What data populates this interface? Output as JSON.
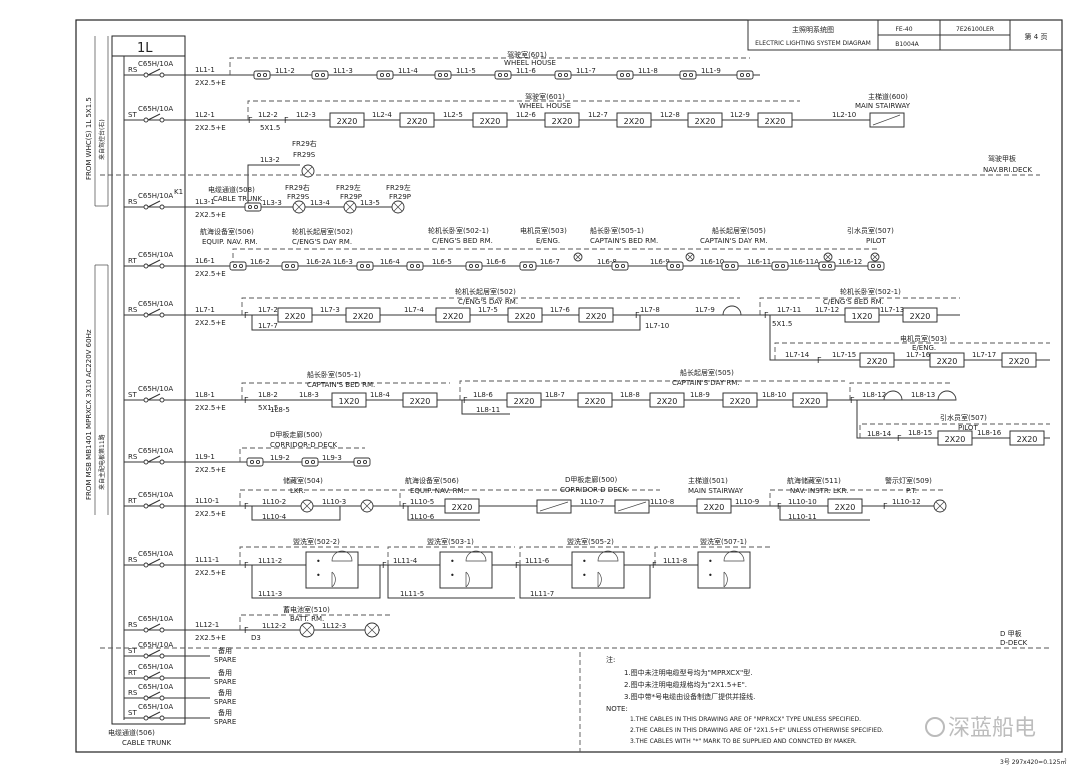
{
  "title_block": {
    "title_cn": "主照明系统图",
    "title_en": "ELECTRIC LIGHTING SYSTEM DIAGRAM",
    "code1": "FE-40",
    "code2": "B1004A",
    "drawing_no": "7E26100LER",
    "page": "第 4 页"
  },
  "panel": {
    "name": "1L",
    "feed1": "FROM WHC(S) 1L 5X1.5",
    "feed1_cn": "来自驾控台(右)",
    "feed2": "FROM MSB MB1401 MPRXCX 3X10 AC220V 60Hz",
    "feed2_cn": "来自主配电板第11路",
    "trunk_cn": "电缆通道(506)",
    "trunk_en": "CABLE TRUNK"
  },
  "circuits": [
    {
      "id": "1L1-1",
      "cable": "2X2.5+E",
      "phase": "RS",
      "breaker": "C65H/10A"
    },
    {
      "id": "1L2-1",
      "cable": "2X2.5+E",
      "phase": "ST",
      "breaker": "C65H/10A"
    },
    {
      "id": "1L3-1",
      "cable": "2X2.5+E",
      "phase": "RS",
      "breaker": "C65H/10A",
      "k": "K1"
    },
    {
      "id": "1L6-1",
      "cable": "2X2.5+E",
      "phase": "RT",
      "breaker": "C65H/10A"
    },
    {
      "id": "1L7-1",
      "cable": "2X2.5+E",
      "phase": "RS",
      "breaker": "C65H/10A"
    },
    {
      "id": "1L8-1",
      "cable": "2X2.5+E",
      "phase": "ST",
      "breaker": "C65H/10A"
    },
    {
      "id": "1L9-1",
      "cable": "2X2.5+E",
      "phase": "RS",
      "breaker": "C65H/10A"
    },
    {
      "id": "1L10-1",
      "cable": "2X2.5+E",
      "phase": "RT",
      "breaker": "C65H/10A"
    },
    {
      "id": "1L11-1",
      "cable": "2X2.5+E",
      "phase": "RS",
      "breaker": "C65H/10A"
    },
    {
      "id": "1L12-1",
      "cable": "2X2.5+E",
      "phase": "RS",
      "breaker": "C65H/10A"
    }
  ],
  "spares": [
    {
      "phase": "ST",
      "breaker": "C65H/10A",
      "cn": "备用",
      "en": "SPARE"
    },
    {
      "phase": "RT",
      "breaker": "C65H/10A",
      "cn": "备用",
      "en": "SPARE"
    },
    {
      "phase": "RS",
      "breaker": "C65H/10A",
      "cn": "备用",
      "en": "SPARE"
    },
    {
      "phase": "ST",
      "breaker": "C65H/10A",
      "cn": "备用",
      "en": "SPARE"
    }
  ],
  "rooms": {
    "wheel_house_cn": "驾驶室(601)",
    "wheel_house_en": "WHEEL HOUSE",
    "main_stair_600_cn": "主梯道(600)",
    "main_stair_600_en": "MAIN STAIRWAY",
    "nav_deck_cn": "驾驶甲板",
    "nav_deck_en": "NAV.BRI.DECK",
    "cable_trunk_cn": "电缆通道(508)",
    "cable_trunk_en": "CABLE TRUNK",
    "equip_nav_cn": "航海设备室(506)",
    "equip_nav_en": "EQUIP. NAV. RM.",
    "ceng_day_cn": "轮机长起居室(502)",
    "ceng_day_en": "C/ENG'S DAY RM.",
    "ceng_bed_cn": "轮机长卧室(502-1)",
    "ceng_bed_en": "C/ENG'S BED RM.",
    "eeng_cn": "电机员室(503)",
    "eeng_en": "E/ENG.",
    "capt_bed_cn": "船长卧室(505-1)",
    "capt_bed_en": "CAPTAIN'S BED RM.",
    "capt_day_cn": "船长起居室(505)",
    "capt_day_en": "CAPTAIN'S DAY RM.",
    "pilot_cn": "引水员室(507)",
    "pilot_en": "PILOT",
    "corridor_cn": "D甲板走廊(500)",
    "corridor_en": "CORRIDOR-D DECK",
    "locker_cn": "储藏室(504)",
    "locker_en": "LKR.",
    "stair501_cn": "主梯道(501)",
    "stair501_en": "MAIN STAIRWAY",
    "navinstr_cn": "航海储藏室(511)",
    "navinstr_en": "NAV. INSTR. LKR.",
    "pt_cn": "警示灯室(509)",
    "pt_en": "P.T.",
    "toilet_502_2": "盥洗室(502-2)",
    "toilet_503_1": "盥洗室(503-1)",
    "toilet_505_2": "盥洗室(505-2)",
    "toilet_507_1": "盥洗室(507-1)",
    "batt_cn": "蓄电池室(510)",
    "batt_en": "BATT. RM.",
    "ddeck_cn": "D 甲板",
    "ddeck_en": "D-DECK"
  },
  "labels": {
    "fr29_1": "FR29右",
    "fr29s": "FR29S",
    "fr29_2": "FR29右",
    "fr29s_2": "FR29S",
    "fr29l": "FR29左",
    "fr29p": "FR29P",
    "fr29l_2": "FR29左",
    "fr29p_2": "FR29P",
    "cable5": "5X1.5",
    "d3": "D3",
    "lamp2x20": "2X20",
    "lamp1x20": "1X20"
  },
  "nodes": {
    "r1": [
      "1L1-2",
      "1L1-3",
      "1L1-4",
      "1L1-5",
      "1L1-6",
      "1L1-7",
      "1L1-8",
      "1L1-9"
    ],
    "r2": [
      "1L2-2",
      "1L2-3",
      "1L2-4",
      "1L2-5",
      "1L2-6",
      "1L2-7",
      "1L2-8",
      "1L2-9",
      "1L2-10"
    ],
    "r3": [
      "1L3-2",
      "1L3-3",
      "1L3-4",
      "1L3-5"
    ],
    "r6": [
      "1L6-2",
      "1L6-2A",
      "1L6-3",
      "1L6-4",
      "1L6-5",
      "1L6-6",
      "1L6-7",
      "1L6-8",
      "1L6-9",
      "1L6-10",
      "1L6-11",
      "1L6-11A",
      "1L6-12"
    ],
    "r7": [
      "1L7-2",
      "1L7-3",
      "1L7-4",
      "1L7-5",
      "1L7-6",
      "1L7-7",
      "1L7-8",
      "1L7-9",
      "1L7-10",
      "1L7-11",
      "1L7-12",
      "1L7-13",
      "1L7-14",
      "1L7-15",
      "1L7-16",
      "1L7-17"
    ],
    "r8": [
      "1L8-2",
      "1L8-3",
      "1L8-4",
      "1L8-5",
      "1L8-6",
      "1L8-7",
      "1L8-8",
      "1L8-9",
      "1L8-10",
      "1L8-11",
      "1L8-12",
      "1L8-13",
      "1L8-14",
      "1L8-15",
      "1L8-16"
    ],
    "r9": [
      "1L9-2",
      "1L9-3"
    ],
    "r10": [
      "1L10-2",
      "1L10-3",
      "1L10-4",
      "1L10-5",
      "1L10-6",
      "1L10-7",
      "1L10-8",
      "1L10-9",
      "1L10-10",
      "1L10-11",
      "1L10-12"
    ],
    "r11": [
      "1L11-2",
      "1L11-3",
      "1L11-4",
      "1L11-5",
      "1L11-6",
      "1L11-7",
      "1L11-8"
    ],
    "r12": [
      "1L12-2",
      "1L12-3"
    ]
  },
  "notes": {
    "head_cn": "注:",
    "cn1": "1.图中未注明电缆型号均为\"MPRXCX\"型.",
    "cn2": "2.图中未注明电缆规格均为\"2X1.5+E\".",
    "cn3": "3.图中带*号电缆由设备制造厂提供并接线.",
    "head_en": "NOTE:",
    "en1": "1.THE CABLES IN THIS DRAWING ARE OF \"MPRXCX\" TYPE UNLESS SPECIFIED.",
    "en2": "2.THE CABLES IN THIS DRAWING ARE OF \"2X1.5+E\" UNLESS OTHERWISE SPECIFIED.",
    "en3": "3.THE CABLES WITH \"*\" MARK TO BE SUPPLIED AND CONNCTED BY MAKER."
  },
  "footer": {
    "sheet": "3号 297x420=0.125㎡",
    "watermark": "深蓝船电"
  }
}
